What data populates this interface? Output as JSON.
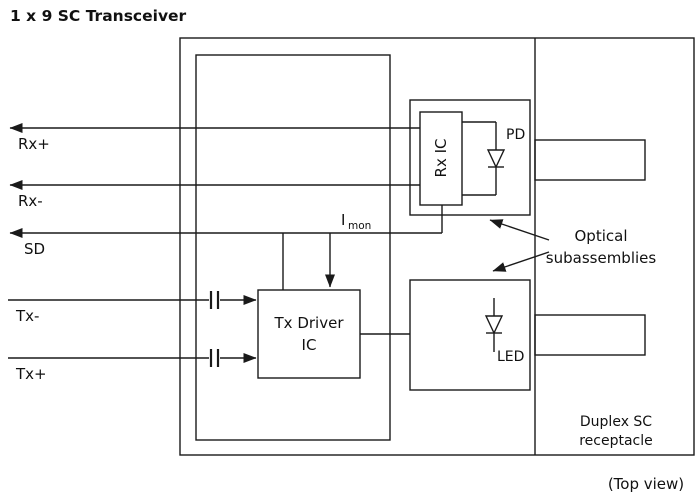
{
  "title": "1 x 9 SC Transceiver",
  "signals": {
    "rx_plus": "Rx+",
    "rx_minus": "Rx-",
    "sd": "SD",
    "tx_minus": "Tx-",
    "tx_plus": "Tx+"
  },
  "imon": {
    "main": "I",
    "sub": "mon"
  },
  "blocks": {
    "rx_ic": "Rx IC",
    "tx_driver_1": "Tx Driver",
    "tx_driver_2": "IC",
    "pd": "PD",
    "led": "LED"
  },
  "annotations": {
    "optical_1": "Optical",
    "optical_2": "subassemblies",
    "receptacle_1": "Duplex SC",
    "receptacle_2": "receptacle",
    "top_view": "(Top view)"
  },
  "colors": {
    "line": "#1a1a1a",
    "background": "#ffffff"
  }
}
